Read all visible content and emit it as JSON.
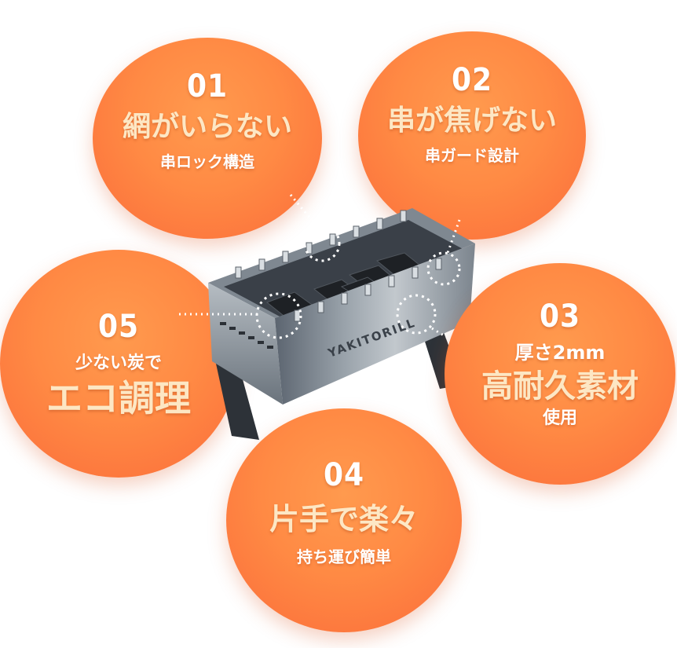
{
  "features": [
    {
      "number": "01",
      "title": "網がいらない",
      "subtitle": "串ロック構造"
    },
    {
      "number": "02",
      "title": "串が焦げない",
      "subtitle": "串ガード設計"
    },
    {
      "number": "03",
      "top": "厚さ2mm",
      "title": "高耐久素材",
      "subtitle": "使用"
    },
    {
      "number": "04",
      "title": "片手で楽々",
      "subtitle": "持ち運び簡単"
    },
    {
      "number": "05",
      "top": "少ない炭で",
      "title": "エコ調理"
    }
  ],
  "product": {
    "brand": "YAKITORILL"
  },
  "colors": {
    "circle": "#fb7a3c",
    "title_text": "#fde7c4",
    "white": "#ffffff"
  }
}
